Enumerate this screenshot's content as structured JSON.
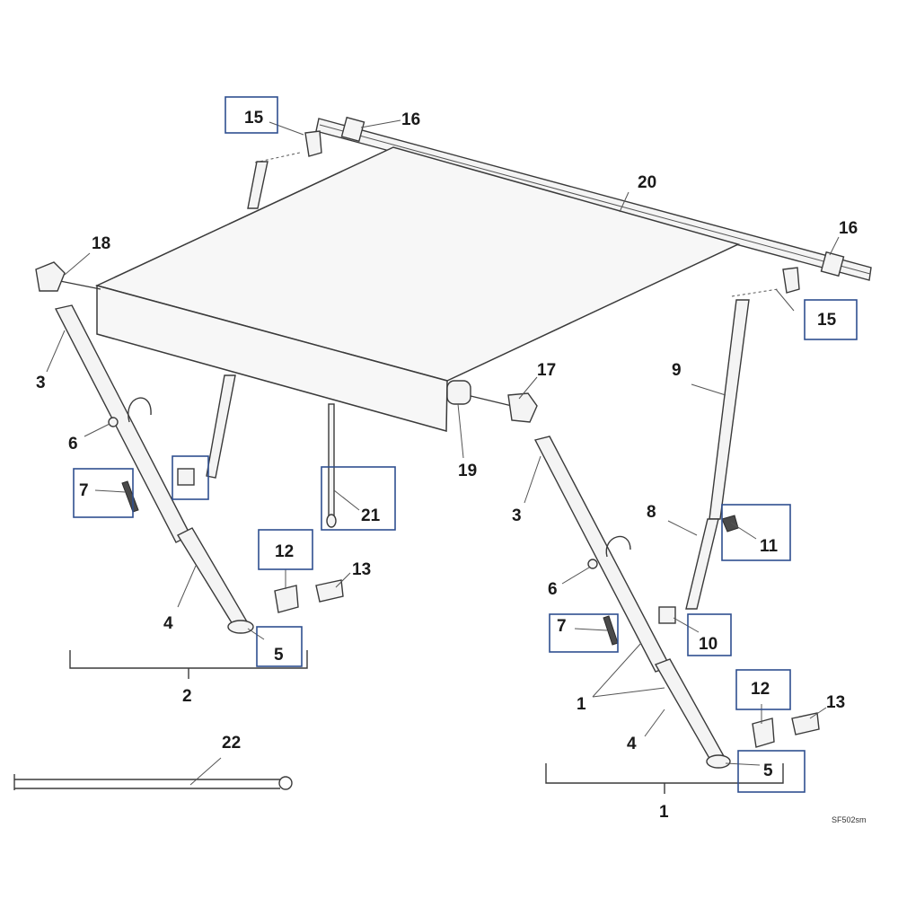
{
  "diagram": {
    "type": "exploded-parts-diagram",
    "subject": "awning assembly",
    "code": "SF502sm",
    "callouts": {
      "c1a": "1",
      "c1b": "1",
      "c2": "2",
      "c3a": "3",
      "c3b": "3",
      "c4a": "4",
      "c4b": "4",
      "c5a": "5",
      "c5b": "5",
      "c6a": "6",
      "c6b": "6",
      "c7a": "7",
      "c7b": "7",
      "c8": "8",
      "c9": "9",
      "c10": "10",
      "c11": "11",
      "c12a": "12",
      "c12b": "12",
      "c13a": "13",
      "c13b": "13",
      "c15a": "15",
      "c15b": "15",
      "c16a": "16",
      "c16b": "16",
      "c17": "17",
      "c18": "18",
      "c19": "19",
      "c20": "20",
      "c21": "21",
      "c22": "22"
    }
  }
}
